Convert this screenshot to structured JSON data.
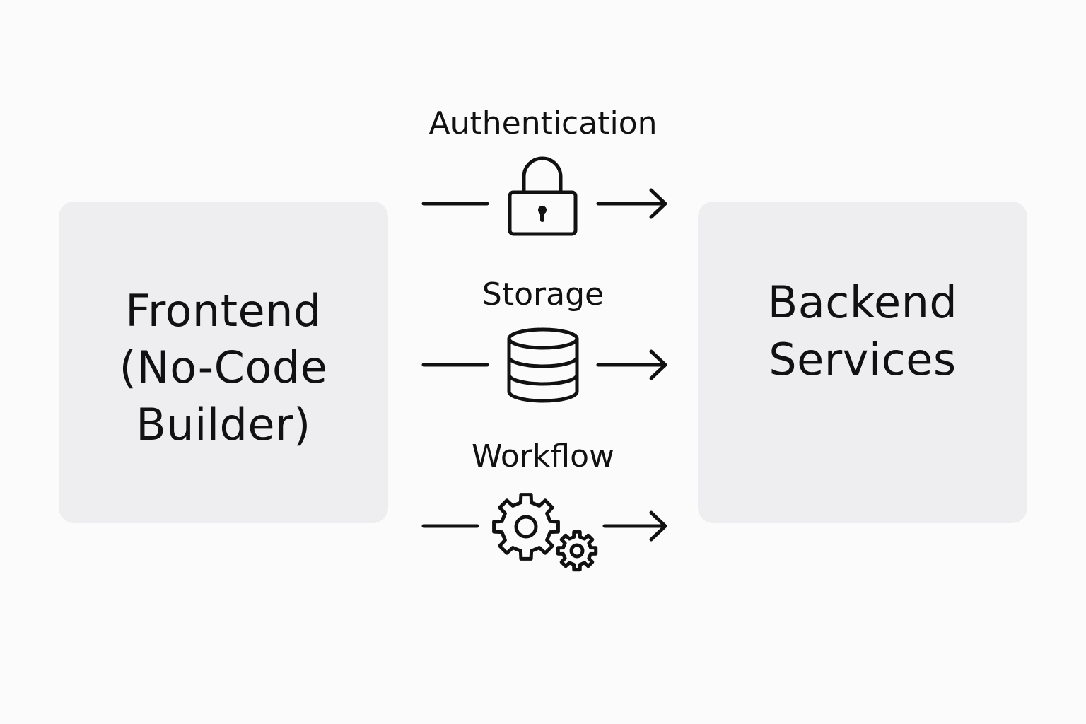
{
  "frontend": {
    "lines": [
      "Frontend",
      "(No-Code",
      "Builder)"
    ]
  },
  "backend": {
    "lines": [
      "Backend",
      "Services"
    ]
  },
  "connections": [
    {
      "label": "Authentication",
      "icon": "lock-icon"
    },
    {
      "label": "Storage",
      "icon": "database-icon"
    },
    {
      "label": "Workflow",
      "icon": "gears-icon"
    }
  ],
  "colors": {
    "background": "#fbfbfc",
    "box_fill": "#eeeef0",
    "stroke": "#111111"
  }
}
